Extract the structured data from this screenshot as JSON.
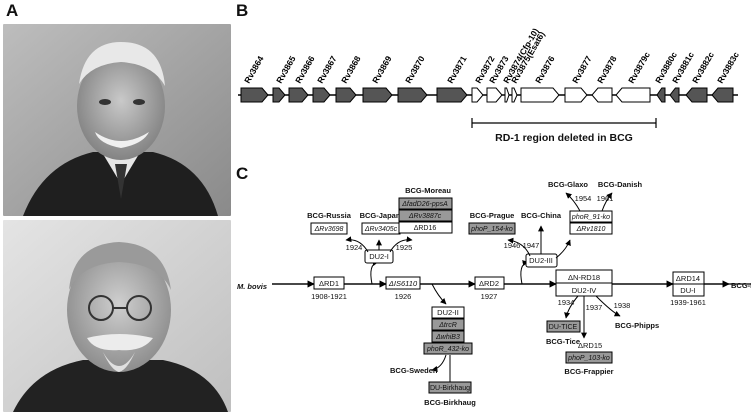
{
  "panels": {
    "a": "A",
    "b": "B",
    "c": "C"
  },
  "genes": [
    "Rv3864",
    "Rv3865",
    "Rv3866",
    "Rv3867",
    "Rv3868",
    "Rv3869",
    "Rv3870",
    "Rv3871",
    "Rv3872",
    "Rv3873",
    "Rv3874(Cfp-10)",
    "Rv3875(Esat6)",
    "Rv3876",
    "Rv3877",
    "Rv3878",
    "Rv3879c",
    "Rv3880c",
    "Rv3881c",
    "Rv3882c",
    "Rv3883c"
  ],
  "rd1_caption": "RD-1 region deleted in BCG",
  "lineage": {
    "mbovis": "M. bovis",
    "rd1": "ΔRD1",
    "rd1_years": "1908-1921",
    "is6110": "ΔIS6110",
    "y1926": "1926",
    "rd2": "ΔRD2",
    "y1927": "1927",
    "n_rd18": "ΔN-RD18",
    "du2_iv": "DU2-IV",
    "rd14": "ΔRD14",
    "du_i": "DU-I",
    "rd14_years": "1939-1961",
    "pasteur": "BCG-Pasteur",
    "du2_i": "DU2-I",
    "y1924": "1924",
    "y1925": "1925",
    "russia": "BCG-Russia",
    "russia_del": "ΔRv3698",
    "japan": "BCG-Japan",
    "japan_del": "ΔRv3405c",
    "moreau": "BCG-Moreau",
    "moreau_del1": "ΔfadD26-ppsA",
    "moreau_del2": "ΔRv3887c",
    "moreau_del3": "ΔRD16",
    "du2_iii": "DU2-III",
    "y1946": "1946",
    "y1947": "1947",
    "prague": "BCG-Prague",
    "prague_del": "phoP_154-ko",
    "china": "BCG-China",
    "phor91": "phoR_91-ko",
    "rv1810": "ΔRv1810",
    "y1954": "1954",
    "y1961": "1961",
    "glaxo": "BCG-Glaxo",
    "danish": "BCG-Danish",
    "du2_ii": "DU2-II",
    "trcr": "ΔtrcR",
    "whib3": "ΔwhiB3",
    "phor432": "phoR_432-ko",
    "sweden": "BCG-Sweden",
    "du_birkhaug": "DU-Birkhaug",
    "birkhaug": "BCG-Birkhaug",
    "y1934": "1934",
    "y1937": "1937",
    "y1938": "1938",
    "du_tice": "DU-TICE",
    "tice": "BCG-Tice",
    "phipps": "BCG-Phipps",
    "rd15": "ΔRD15",
    "phop103": "phoP_103-ko",
    "frappier": "BCG-Frappier"
  }
}
